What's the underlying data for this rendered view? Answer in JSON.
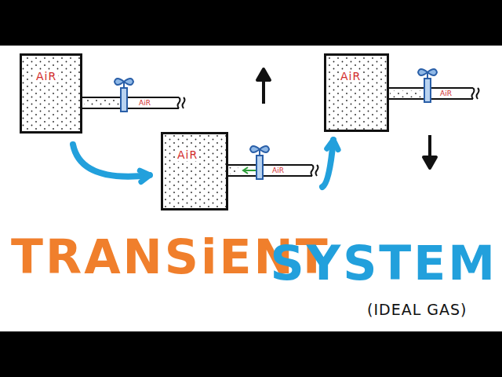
{
  "diagram": {
    "nodes": [
      {
        "text": [
          "AiR"
        ]
      },
      {
        "text": [
          "AiR"
        ]
      },
      {
        "text": [
          "AiR"
        ]
      }
    ],
    "edges": [
      {
        "from": 0,
        "to": 1,
        "arrow": "to"
      },
      {
        "from": 1,
        "to": 2,
        "arrow": "to"
      }
    ],
    "labels": [
      "AiR",
      "AiR",
      "AiR",
      "TRANSiENT",
      "SYSTEM",
      "(IDEAL GAS)"
    ]
  }
}
